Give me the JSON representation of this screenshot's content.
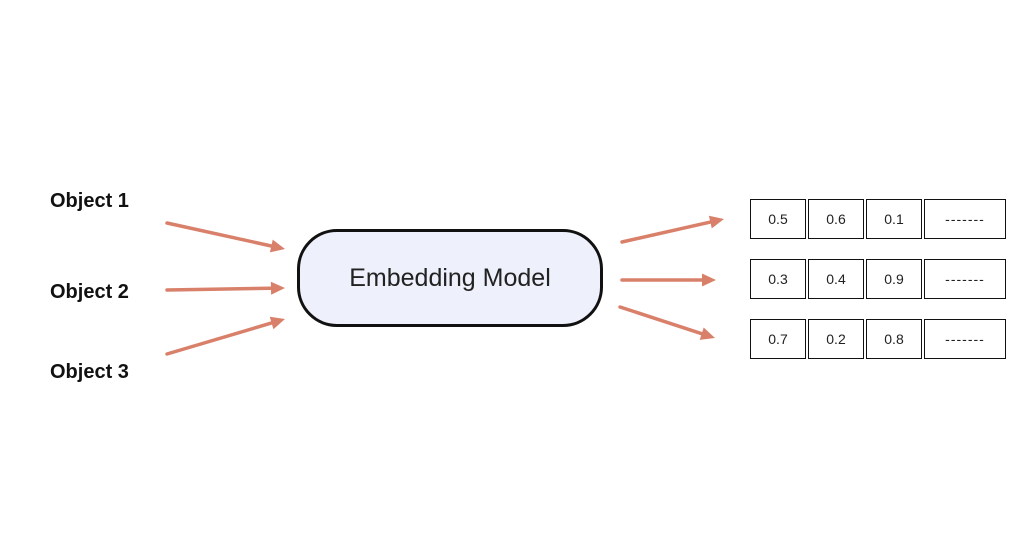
{
  "inputs": [
    {
      "label": "Object 1"
    },
    {
      "label": "Object 2"
    },
    {
      "label": "Object 3"
    }
  ],
  "model": {
    "label": "Embedding Model"
  },
  "vectors": [
    {
      "cells": [
        "0.5",
        "0.6",
        "0.1"
      ],
      "ellipsis": "-------"
    },
    {
      "cells": [
        "0.3",
        "0.4",
        "0.9"
      ],
      "ellipsis": "-------"
    },
    {
      "cells": [
        "0.7",
        "0.2",
        "0.8"
      ],
      "ellipsis": "-------"
    }
  ],
  "colors": {
    "arrow": "#d9806a",
    "box_fill": "#eef0fb",
    "outline": "#111111"
  }
}
